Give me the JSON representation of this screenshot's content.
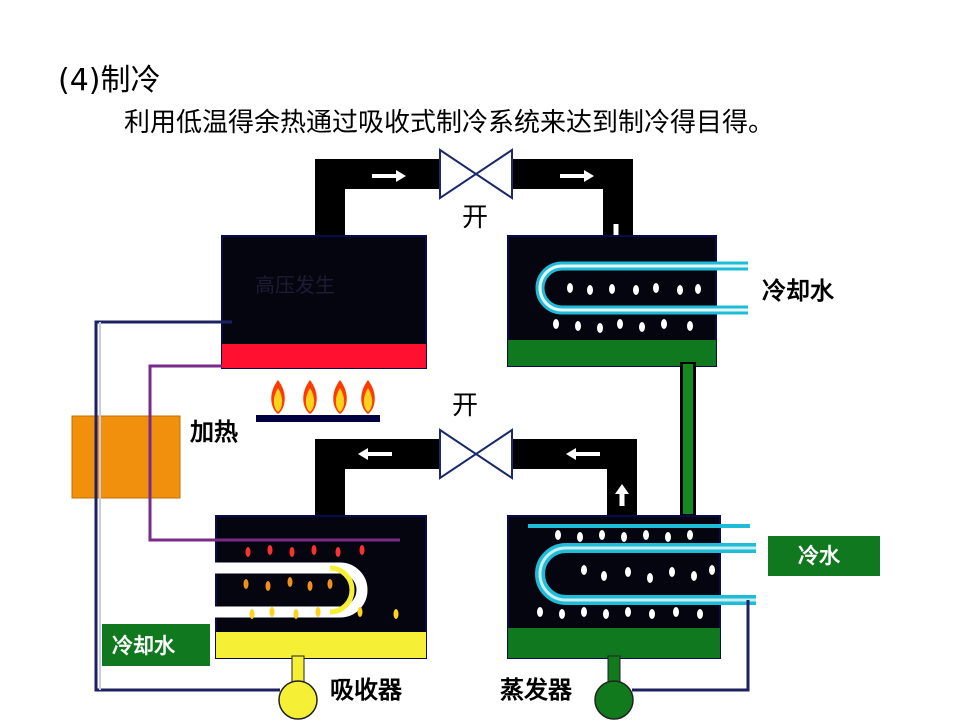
{
  "heading": {
    "title": "(4)制冷",
    "subtitle": "利用低温得余热通过吸收式制冷系统来达到制冷得目得。"
  },
  "labels": {
    "valve_top": "开",
    "valve_bottom": "开",
    "cooling_water_right": "冷却水",
    "heating": "加热",
    "cold_water": "冷水",
    "cooling_water_left": "冷却水",
    "absorber": "吸收器",
    "evaporator": "蒸发器",
    "generator_faint": "高压发生"
  },
  "colors": {
    "background": "#ffffff",
    "pipe": "#000000",
    "vessel": "#050510",
    "vessel_border": "#0a0a40",
    "generator_base": "#ff1030",
    "condenser_base": "#10781e",
    "absorber_base": "#f5f035",
    "evaporator_base": "#10781e",
    "cold_water_box": "#10781e",
    "cooling_water_box": "#10781e",
    "heat_box": "#f0900c",
    "flame": "#ffd21e",
    "pump": "#f5f035",
    "evaporator_pump": "#117a1c",
    "coil_cyan": "#1fbcd8",
    "arrow": "#ffffff"
  }
}
